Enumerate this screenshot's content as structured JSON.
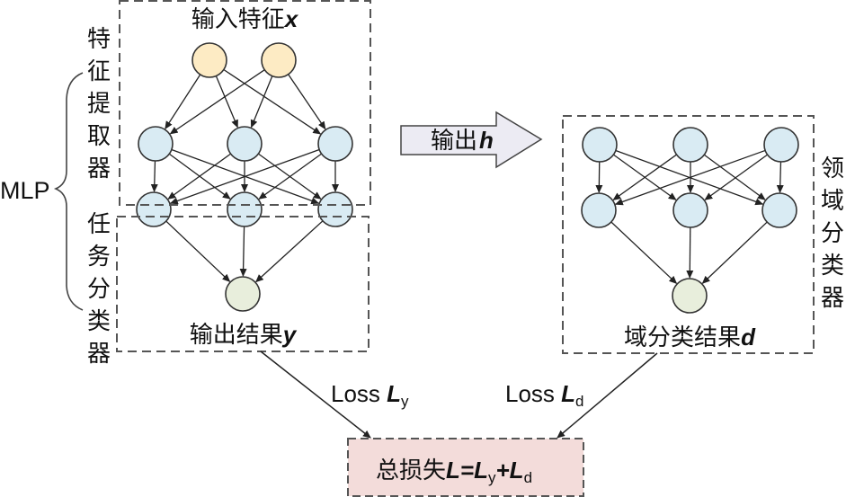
{
  "mlp_label": "MLP",
  "feature_extractor": {
    "side_label_chars": [
      "特",
      "征",
      "提",
      "取",
      "器"
    ],
    "title_prefix": "输入特征",
    "title_var": "x"
  },
  "task_classifier": {
    "side_label_chars": [
      "任",
      "务",
      "分",
      "类",
      "器"
    ],
    "output_prefix": "输出结果",
    "output_var": "y"
  },
  "transfer_arrow": {
    "label_prefix": "输出",
    "label_var": "h"
  },
  "domain_classifier": {
    "side_label_chars": [
      "领",
      "域",
      "分",
      "类",
      "器"
    ],
    "output_prefix": "域分类结果",
    "output_var": "d"
  },
  "loss_y": {
    "prefix": "Loss ",
    "var": "L",
    "sub": "y"
  },
  "loss_d": {
    "prefix": "Loss ",
    "var": "L",
    "sub": "d"
  },
  "total_loss": {
    "prefix": "总损失",
    "var": "L",
    "eq": "=",
    "term1_var": "L",
    "term1_sub": "y",
    "plus": "+",
    "term2_var": "L",
    "term2_sub": "d"
  },
  "colors": {
    "input_node": "#fdebc4",
    "hidden_node": "#d9ebf3",
    "output_node": "#e8eedc",
    "arrow_fill": "#ecebf3",
    "loss_box_fill": "#f3dcda",
    "dashed_border": "#555555",
    "edge": "#222222"
  }
}
